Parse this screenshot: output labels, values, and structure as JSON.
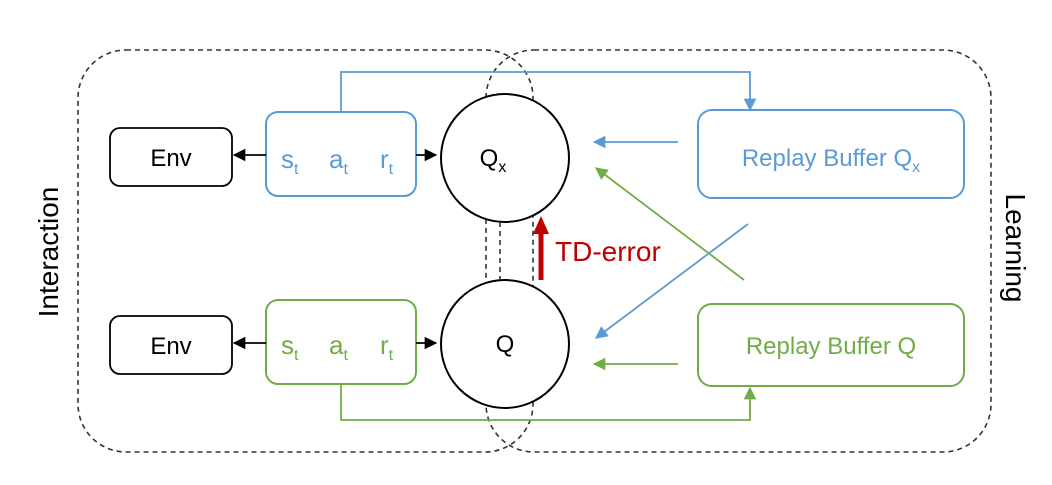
{
  "colors": {
    "blue": "#5b9bd5",
    "green": "#70ad47",
    "red": "#c00000",
    "black": "#000000",
    "dash": "#333333"
  },
  "side_labels": {
    "left": "Interaction",
    "right": "Learning"
  },
  "top_row": {
    "env_label": "Env",
    "state": {
      "base": "s",
      "sub": "t"
    },
    "action": {
      "base": "a",
      "sub": "t"
    },
    "reward": {
      "base": "r",
      "sub": "t"
    },
    "q_node": {
      "base": "Q",
      "sub": "x"
    },
    "buffer": {
      "base": "Replay Buffer Q",
      "sub": "x"
    }
  },
  "bottom_row": {
    "env_label": "Env",
    "state": {
      "base": "s",
      "sub": "t"
    },
    "action": {
      "base": "a",
      "sub": "t"
    },
    "reward": {
      "base": "r",
      "sub": "t"
    },
    "q_node": {
      "base": "Q"
    },
    "buffer": {
      "base": "Replay Buffer Q"
    }
  },
  "td_error_label": "TD-error"
}
